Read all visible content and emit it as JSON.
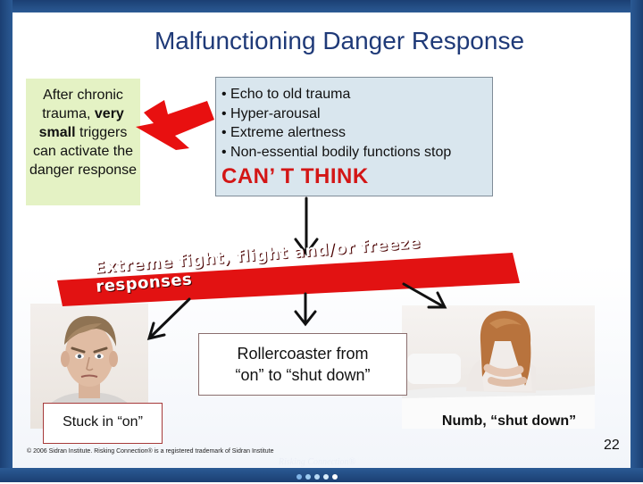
{
  "slide": {
    "title": "Malfunctioning Danger Response",
    "left_box": {
      "line1": "After chronic trauma,",
      "emph1": "very small",
      "line2": "triggers can activate the danger response"
    },
    "right_box": {
      "bullets": [
        "• Echo to old trauma",
        "• Hyper-arousal",
        "• Extreme alertness",
        "• Non-essential  bodily functions stop"
      ],
      "alert": "CAN’ T THINK"
    },
    "banner": "Extreme fight, flight and/or freeze responses",
    "center_box": {
      "line1": "Rollercoaster from",
      "line2": "“on” to “shut down”"
    },
    "left_label": "Stuck in “on”",
    "right_label": "Numb, “shut down”",
    "footer": "© 2006 Sidran Institute. Risking Connection® is a registered trademark of Sidran Institute",
    "page_number": "22",
    "logo_text": "Risking Connection®"
  },
  "colors": {
    "title": "#1f3a78",
    "frame": "#1b3f73",
    "left_box_bg": "#e4f2c4",
    "right_box_bg": "#d9e6ee",
    "alert": "#d31616",
    "lightning": "#e81010",
    "banner": "#e21212"
  },
  "icons": [
    "lightning-bolt-icon",
    "arrow-down-icon",
    "arrow-diagonal-icon"
  ]
}
